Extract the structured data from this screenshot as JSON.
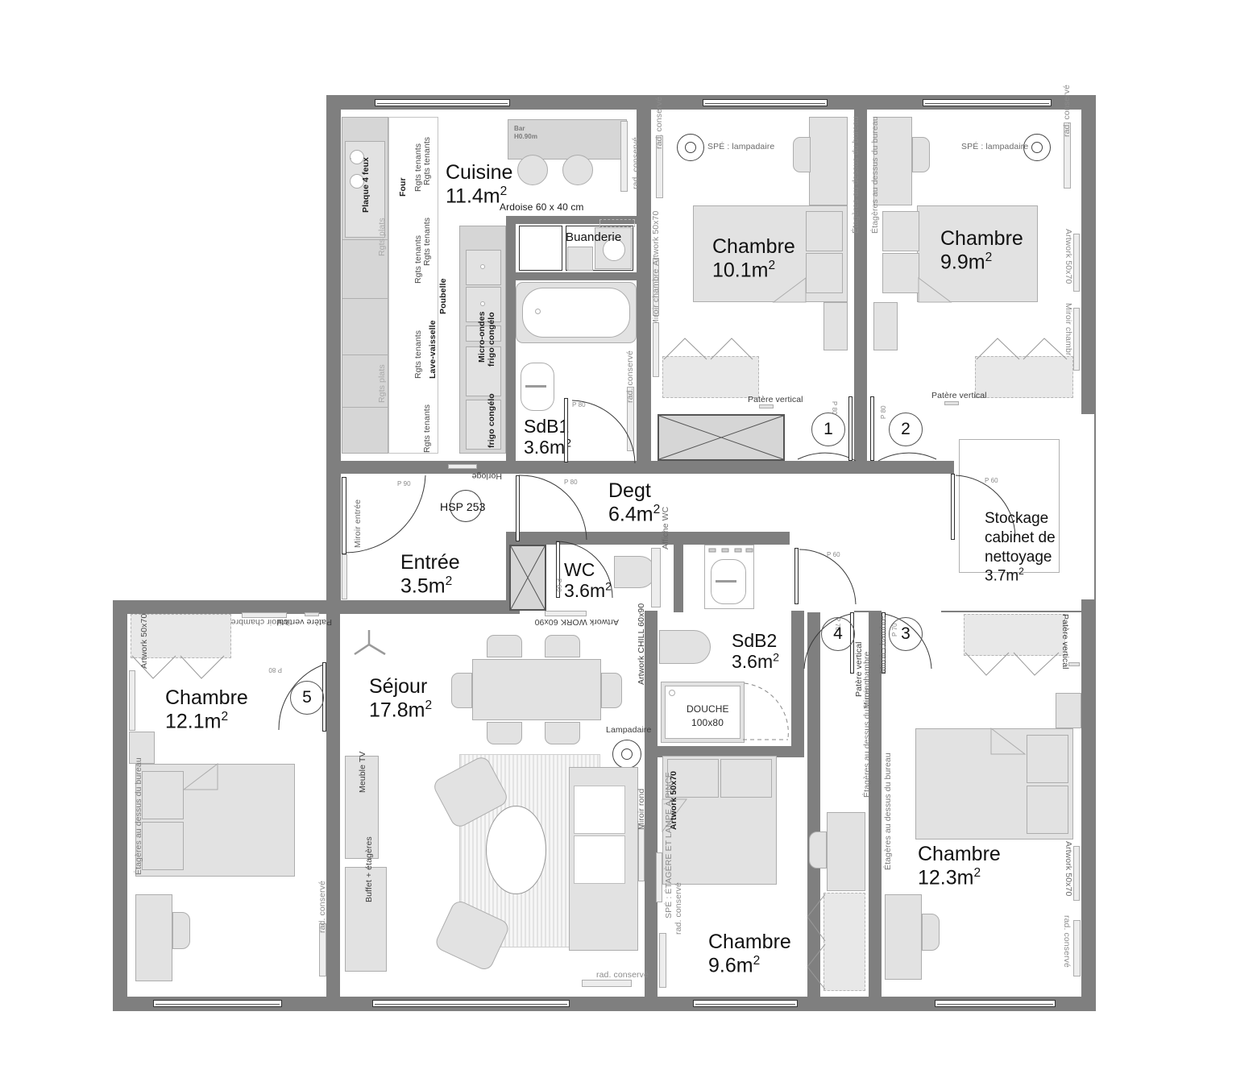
{
  "plan": {
    "type": "architectural-floor-plan",
    "units": "m2",
    "rooms": [
      {
        "id": "cuisine",
        "name": "Cuisine",
        "area": "11.4m",
        "sup": "2"
      },
      {
        "id": "chambre-10-1",
        "name": "Chambre",
        "area": "10.1m",
        "sup": "2"
      },
      {
        "id": "chambre-9-9",
        "name": "Chambre",
        "area": "9.9m",
        "sup": "2"
      },
      {
        "id": "sdb1",
        "name": "SdB1",
        "area": "3.6m",
        "sup": "2"
      },
      {
        "id": "degt",
        "name": "Degt",
        "area": "6.4m",
        "sup": "2"
      },
      {
        "id": "entree",
        "name": "Entrée",
        "area": "3.5m",
        "sup": "2"
      },
      {
        "id": "wc",
        "name": "WC",
        "area": "3.6m",
        "sup": "2"
      },
      {
        "id": "sdb2",
        "name": "SdB2",
        "area": "3.6m",
        "sup": "2"
      },
      {
        "id": "sejour",
        "name": "Séjour",
        "area": "17.8m",
        "sup": "2"
      },
      {
        "id": "chambre-12-1",
        "name": "Chambre",
        "area": "12.1m",
        "sup": "2"
      },
      {
        "id": "chambre-12-3",
        "name": "Chambre",
        "area": "12.3m",
        "sup": "2"
      },
      {
        "id": "chambre-9-6",
        "name": "Chambre",
        "area": "9.6m",
        "sup": "2"
      },
      {
        "id": "stockage",
        "name": "Stockage cabinet de nettoyage",
        "area": "3.7m",
        "sup": "2"
      },
      {
        "id": "buanderie",
        "name": "Buanderie",
        "area": "",
        "sup": ""
      }
    ],
    "door_numbers": [
      "1",
      "2",
      "3",
      "4",
      "5"
    ],
    "door_widths": {
      "d1": "P 80",
      "d2": "P 80",
      "d3": "P 70",
      "d4": "P 70",
      "d5": "P 80",
      "entree": "P 90",
      "degt": "P 80",
      "wc": "P 60",
      "sdb2": "P 60",
      "stockage": "P 60",
      "sdb1": "P 80"
    },
    "ceiling_note": "HSP 253",
    "annotations": {
      "kitchen": {
        "plaque": "Plaque 4 feux",
        "four": "Four",
        "rgts_tenants": "Rgts tenants",
        "rgts_plats": "Rgts plats",
        "poubelle": "Poubelle",
        "lave_vaisselle": "Lave-vaisselle",
        "micro_ondes": "Micro-ondes",
        "frigo": "frigo congélo",
        "bar": "Bar\nH0.90m",
        "bar_l1": "Bar",
        "bar_l2": "H0.90m",
        "ardoise": "Ardoise 60 x 40 cm"
      },
      "radiator": "rad. conservé",
      "lampadaire_spe": "SPÉ : lampadaire",
      "lampadaire": "Lampadaire",
      "artwork_50x70": "Artwork 50x70",
      "artwork_work": "Artwork WORK 60x90",
      "artwork_chill": "Artwork CHILL 60x90",
      "miroir_chambre": "Miroir chambre",
      "miroir_entree": "Miroir entrée",
      "miroir_rond": "Miroir rond",
      "patere_vertical": "Patère vertical",
      "etageres_bureau": "Étagères au dessus du bureau",
      "horloge": "Horloge",
      "affiche_wc": "Affiche WC",
      "meuble_tv": "Meuble TV",
      "buffet": "Buffet + étagères",
      "douche": "DOUCHE\n100x80",
      "douche_l1": "DOUCHE",
      "douche_l2": "100x80",
      "spe_etagere": "SPÉ : ÉTAGÈRE ET LAMPE À PINCE"
    },
    "colors": {
      "wall": "#7f7f7f",
      "furniture_fill": "#e2e2e2",
      "furniture_stroke": "#adadad",
      "text": "#111111",
      "micro_text": "#4a4a4a",
      "background": "#ffffff"
    }
  }
}
